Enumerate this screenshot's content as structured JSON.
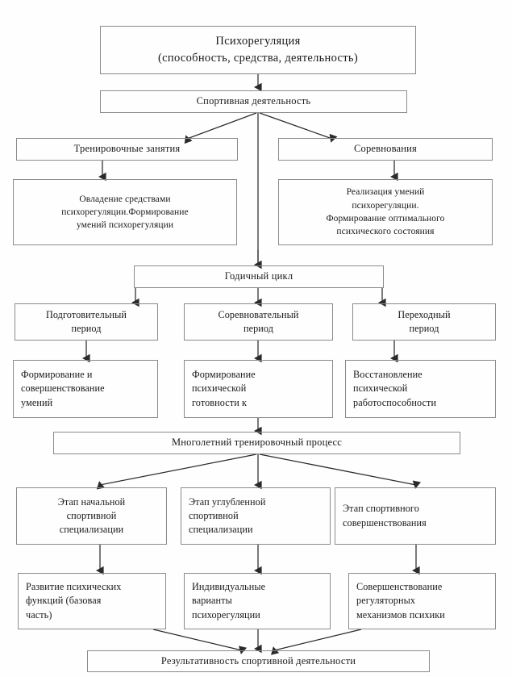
{
  "diagram": {
    "title_top": "Психорегуляция\n(способность,  средства,  деятельность)",
    "nodes": {
      "psychoregulation": "Психорегуляция\n(способность,  средства,  деятельность)",
      "sport_activity": "Спортивная деятельность",
      "training_sessions": "Тренировочные занятия",
      "competitions": "Соревнования",
      "mastering_means": "Овладение средствами\nпсихорегуляции.Формирование\nумений психорегуляции",
      "realization_skills": "Реализация умений\nпсихорегуляции.\nФормирование оптимального\nпсихического состояния",
      "annual_cycle": "Годичный цикл",
      "preparatory_period": "Подготовительный\nпериод",
      "competitive_period": "Соревновательный\nпериод",
      "transition_period": "Переходный\nпериод",
      "forming_improving_skills": "Формирование и\nсовершенствование\nумений",
      "forming_mental_readiness": "Формирование\nпсихической\nготовности к",
      "restoring_capacity": "Восстановление\nпсихической\nработоспособности",
      "long_term_process": "Многолетний тренировочный процесс",
      "stage_initial": "Этап начальной\nспортивной\nспециализации",
      "stage_advanced": "Этап углубленной\nспортивной\nспециализации",
      "stage_mastery": "Этап            спортивного\nсовершенствования",
      "develop_mental_functions": "Развитие психических\nфункций (базовая\nчасть)",
      "individual_variants": "Индивидуальные\nварианты\nпсихорегуляции",
      "improving_mechanisms": "Совершенствование\nрегуляторных\nмеханизмов психики",
      "effectiveness": "Результативность спортивной деятельности"
    },
    "colors": {
      "border": "#8b8b8b",
      "line": "#2b2b2b",
      "text": "#1a1a1a",
      "background": "#fefefe"
    }
  }
}
